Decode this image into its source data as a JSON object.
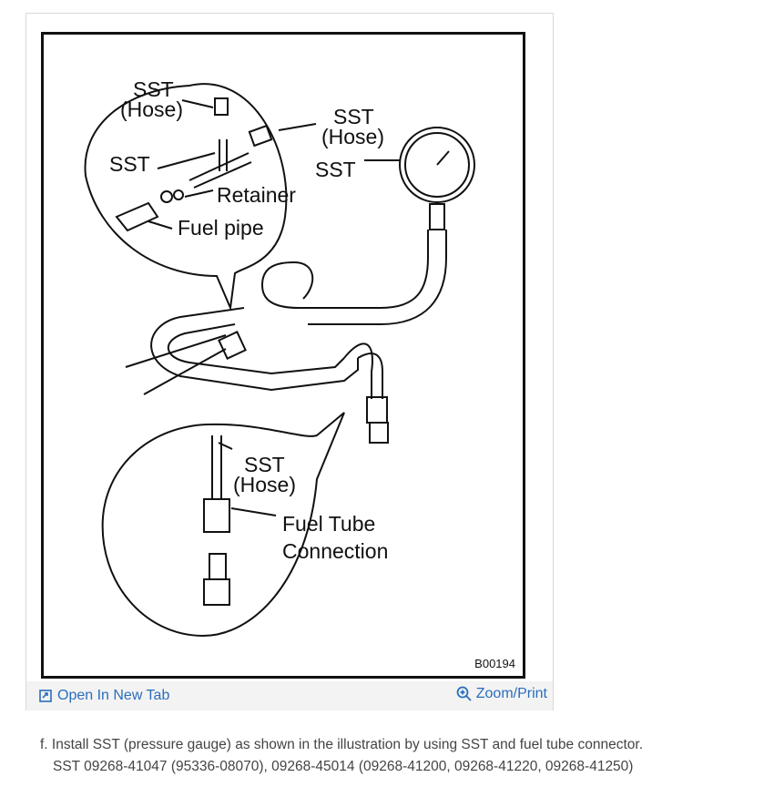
{
  "figure": {
    "labels": {
      "sst_hose_top_left_1": "SST",
      "sst_hose_top_left_2": "(Hose)",
      "sst_top_right_1": "SST",
      "sst_top_right_2": "(Hose)",
      "sst_left": "SST",
      "sst_gauge": "SST",
      "retainer": "Retainer",
      "fuel_pipe": "Fuel pipe",
      "sst_hose_bottom_1": "SST",
      "sst_hose_bottom_2": "(Hose)",
      "fuel_tube_1": "Fuel Tube",
      "fuel_tube_2": "Connection"
    },
    "figure_id": "B00194"
  },
  "toolbar": {
    "open_new_tab": "Open In New Tab",
    "zoom_print": "Zoom/Print",
    "open_icon": "open-in-new-tab-icon",
    "zoom_icon": "zoom-in-icon"
  },
  "caption": {
    "line1": "f. Install SST (pressure gauge) as shown in the illustration by using SST and fuel tube connector.",
    "line2": "SST 09268-41047 (95336-08070), 09268-45014 (09268-41200, 09268-41220, 09268-41250)"
  }
}
